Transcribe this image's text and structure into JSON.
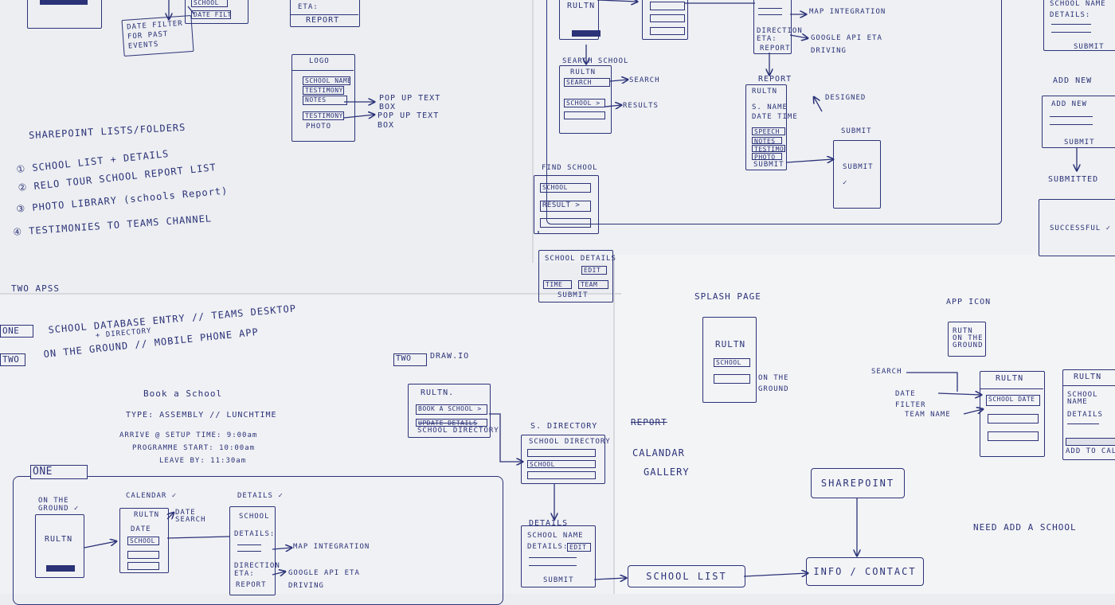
{
  "notes_left": {
    "date_filter_note": "DATE FILTER FOR PAST EVENTS",
    "school_label": "SCHOOL",
    "date_filter_box": "DATE FILTER",
    "eta_label": "ETA:",
    "report_label": "REPORT",
    "logo_title": "LOGO",
    "logo_fields": [
      "SCHOOL NAME",
      "TESTIMONY",
      "NOTES",
      "TESTIMONY",
      "PHOTO"
    ],
    "popup_1": "POP UP TEXT BOX",
    "popup_2": "POP UP TEXT BOX",
    "sharepoint_heading": "SHAREPOINT LISTS/FOLDERS",
    "sharepoint_list": [
      "① SCHOOL LIST + DETAILS",
      "② RELO TOUR SCHOOL REPORT LIST",
      "③ PHOTO LIBRARY (schools Report)",
      "④ TESTIMONIES TO TEAMS CHANNEL"
    ],
    "two_apps": "TWO APSS"
  },
  "apps": {
    "one_badge": "ONE",
    "one_text": "SCHOOL DATABASE ENTRY // TEAMS DESKTOP",
    "one_sub": "+ DIRECTORY",
    "two_badge": "TWO",
    "two_text": "ON THE GROUND // MOBILE PHONE APP",
    "two_drawio": "TWO",
    "drawio": "DRAW.IO"
  },
  "booking": {
    "title": "Book a School",
    "type": "TYPE: ASSEMBLY // LUNCHTIME",
    "arrive": "ARRIVE @ SETUP TIME: 9:00am",
    "start": "PROGRAMME START: 10:00am",
    "leave": "LEAVE BY: 11:30am"
  },
  "flow_one": {
    "label": "ONE",
    "on_the_ground": "ON THE GROUND ✓",
    "calendar": "CALENDAR ✓",
    "details": "DETAILS ✓",
    "rultn": "RULTN",
    "date": "DATE",
    "date_search": "DATE SEARCH",
    "school": "SCHOOL",
    "details_field": "DETAILS:",
    "direction": "DIRECTION",
    "eta": "ETA:",
    "report": "REPORT",
    "map_integration": "MAP INTEGRATION",
    "google_api": "GOOGLE API ETA DRIVING"
  },
  "mid_column": {
    "rultn": "RULTN.",
    "book_school": "BOOK A SCHOOL >",
    "update_details": "UPDATE DETAILS",
    "school_directory": "SCHOOL DIRECTORY",
    "s_directory": "S. DIRECTORY",
    "directory_title": "SCHOOL DIRECTORY",
    "school": "SCHOOL",
    "details_heading": "DETAILS",
    "school_name": "SCHOOL NAME",
    "details_field": "DETAILS:",
    "edit": "EDIT",
    "submit": "SUBMIT",
    "school_list": "SCHOOL LIST",
    "find_school": "FIND SCHOOL",
    "search_field": "SCHOOL",
    "result": "RESULT >",
    "school_details": "SCHOOL DETAILS",
    "edit2": "EDIT",
    "time": "TIME",
    "team": "TEAM",
    "submit2": "SUBMIT"
  },
  "top_right": {
    "rultn": "RULTN",
    "direction": "DIRECTION",
    "eta": "ETA:",
    "report": "REPORT",
    "map_integration": "MAP INTEGRATION",
    "google_api": "GOOGLE API ETA DRIVING",
    "search_school": "SEARCH SCHOOL",
    "search_field": "SEARCH",
    "search_out": "SEARCH",
    "school_field": "SCHOOL >",
    "results_out": "RESULTS",
    "report_heading": "REPORT",
    "report_rultn": "RULTN",
    "report_fields": [
      "S. NAME",
      "DATE TIME",
      "SPEECH",
      "NOTES",
      "TESTIMONY",
      "PHOTO",
      "SUBMIT"
    ],
    "designed": "DESIGNED",
    "submit_heading": "SUBMIT",
    "submit_box": "SUBMIT ✓",
    "school_name": "SCHOOL NAME",
    "details": "DETAILS:",
    "submit_right": "SUBMIT",
    "add_new_heading": "ADD NEW",
    "add_new_box": "ADD NEW",
    "submit_right2": "SUBMIT",
    "submitted": "SUBMITTED",
    "successful": "SUCCESSFUL ✓"
  },
  "bottom_right": {
    "splash_page": "SPLASH PAGE",
    "splash_rultn": "RULTN",
    "splash_school": "SCHOOL",
    "on_the_ground": "ON THE GROUND",
    "report": "REPORT",
    "calendar": "CALANDAR",
    "gallery": "GALLERY",
    "app_icon": "APP ICON",
    "icon_text": "RUTN ON THE GROUND",
    "search": "SEARCH",
    "date_filter": "DATE FILTER",
    "team_name": "TEAM NAME",
    "rultn_main": "RULTN",
    "main_fields": [
      "SCHOOL DATE",
      "",
      "",
      ""
    ],
    "rultn_side": "RULTN",
    "school_name": "SCHOOL NAME",
    "details": "DETAILS",
    "add_to_calendar": "ADD TO CALENDAR",
    "sharepoint": "SHAREPOINT",
    "school_list": "SCHOOL LIST",
    "info_contact": "INFO / CONTACT",
    "need_add": "NEED ADD A SCHOOL"
  }
}
